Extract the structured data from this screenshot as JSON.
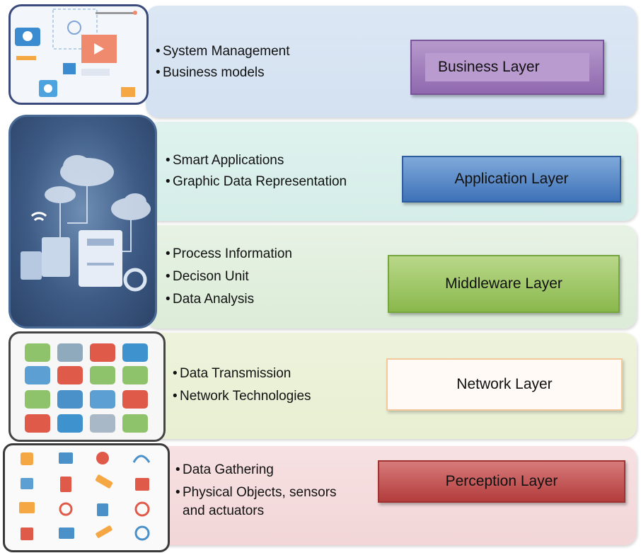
{
  "layers": [
    {
      "id": "business",
      "name": "Business Layer",
      "color": "#9b77b8",
      "points": [
        "System Management",
        "Business models"
      ]
    },
    {
      "id": "application",
      "name": "Application Layer",
      "color": "#4f81bd",
      "points": [
        "Smart Applications",
        "Graphic Data Representation"
      ]
    },
    {
      "id": "middleware",
      "name": "Middleware Layer",
      "color": "#9bbb59",
      "points": [
        "Process Information",
        "Decison Unit",
        "Data Analysis"
      ]
    },
    {
      "id": "network",
      "name": "Network Layer",
      "color": "#f7c497",
      "points": [
        "Data Transmission",
        "Network Technologies"
      ]
    },
    {
      "id": "perception",
      "name": "Perception Layer",
      "color": "#c0504d",
      "points": [
        "Data Gathering",
        "Physical Objects, sensors",
        "and actuators"
      ]
    }
  ],
  "images": {
    "business": "app-interface-illustration",
    "application": "cloud-network-illustration",
    "network": "network-technology-icons-grid",
    "perception": "sensor-device-icons-grid"
  }
}
